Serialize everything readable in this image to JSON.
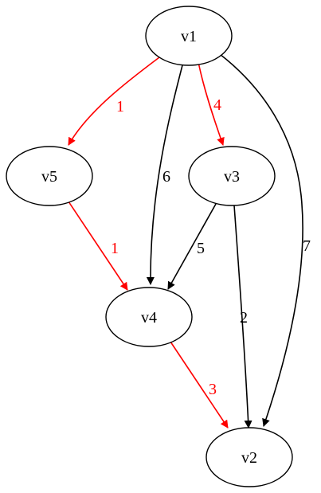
{
  "colors": {
    "default": "#000000",
    "highlight": "#ff0000",
    "node_fill": "#ffffff"
  },
  "graph": {
    "nodes": [
      {
        "id": "v1",
        "label": "v1"
      },
      {
        "id": "v5",
        "label": "v5"
      },
      {
        "id": "v3",
        "label": "v3"
      },
      {
        "id": "v4",
        "label": "v4"
      },
      {
        "id": "v2",
        "label": "v2"
      }
    ],
    "edges": [
      {
        "from": "v1",
        "to": "v5",
        "weight": "1",
        "highlighted": true
      },
      {
        "from": "v1",
        "to": "v3",
        "weight": "4",
        "highlighted": true
      },
      {
        "from": "v1",
        "to": "v4",
        "weight": "6",
        "highlighted": false
      },
      {
        "from": "v1",
        "to": "v2",
        "weight": "7",
        "highlighted": false
      },
      {
        "from": "v5",
        "to": "v4",
        "weight": "1",
        "highlighted": true
      },
      {
        "from": "v3",
        "to": "v4",
        "weight": "5",
        "highlighted": false
      },
      {
        "from": "v3",
        "to": "v2",
        "weight": "2",
        "highlighted": false
      },
      {
        "from": "v4",
        "to": "v2",
        "weight": "3",
        "highlighted": true
      }
    ]
  }
}
